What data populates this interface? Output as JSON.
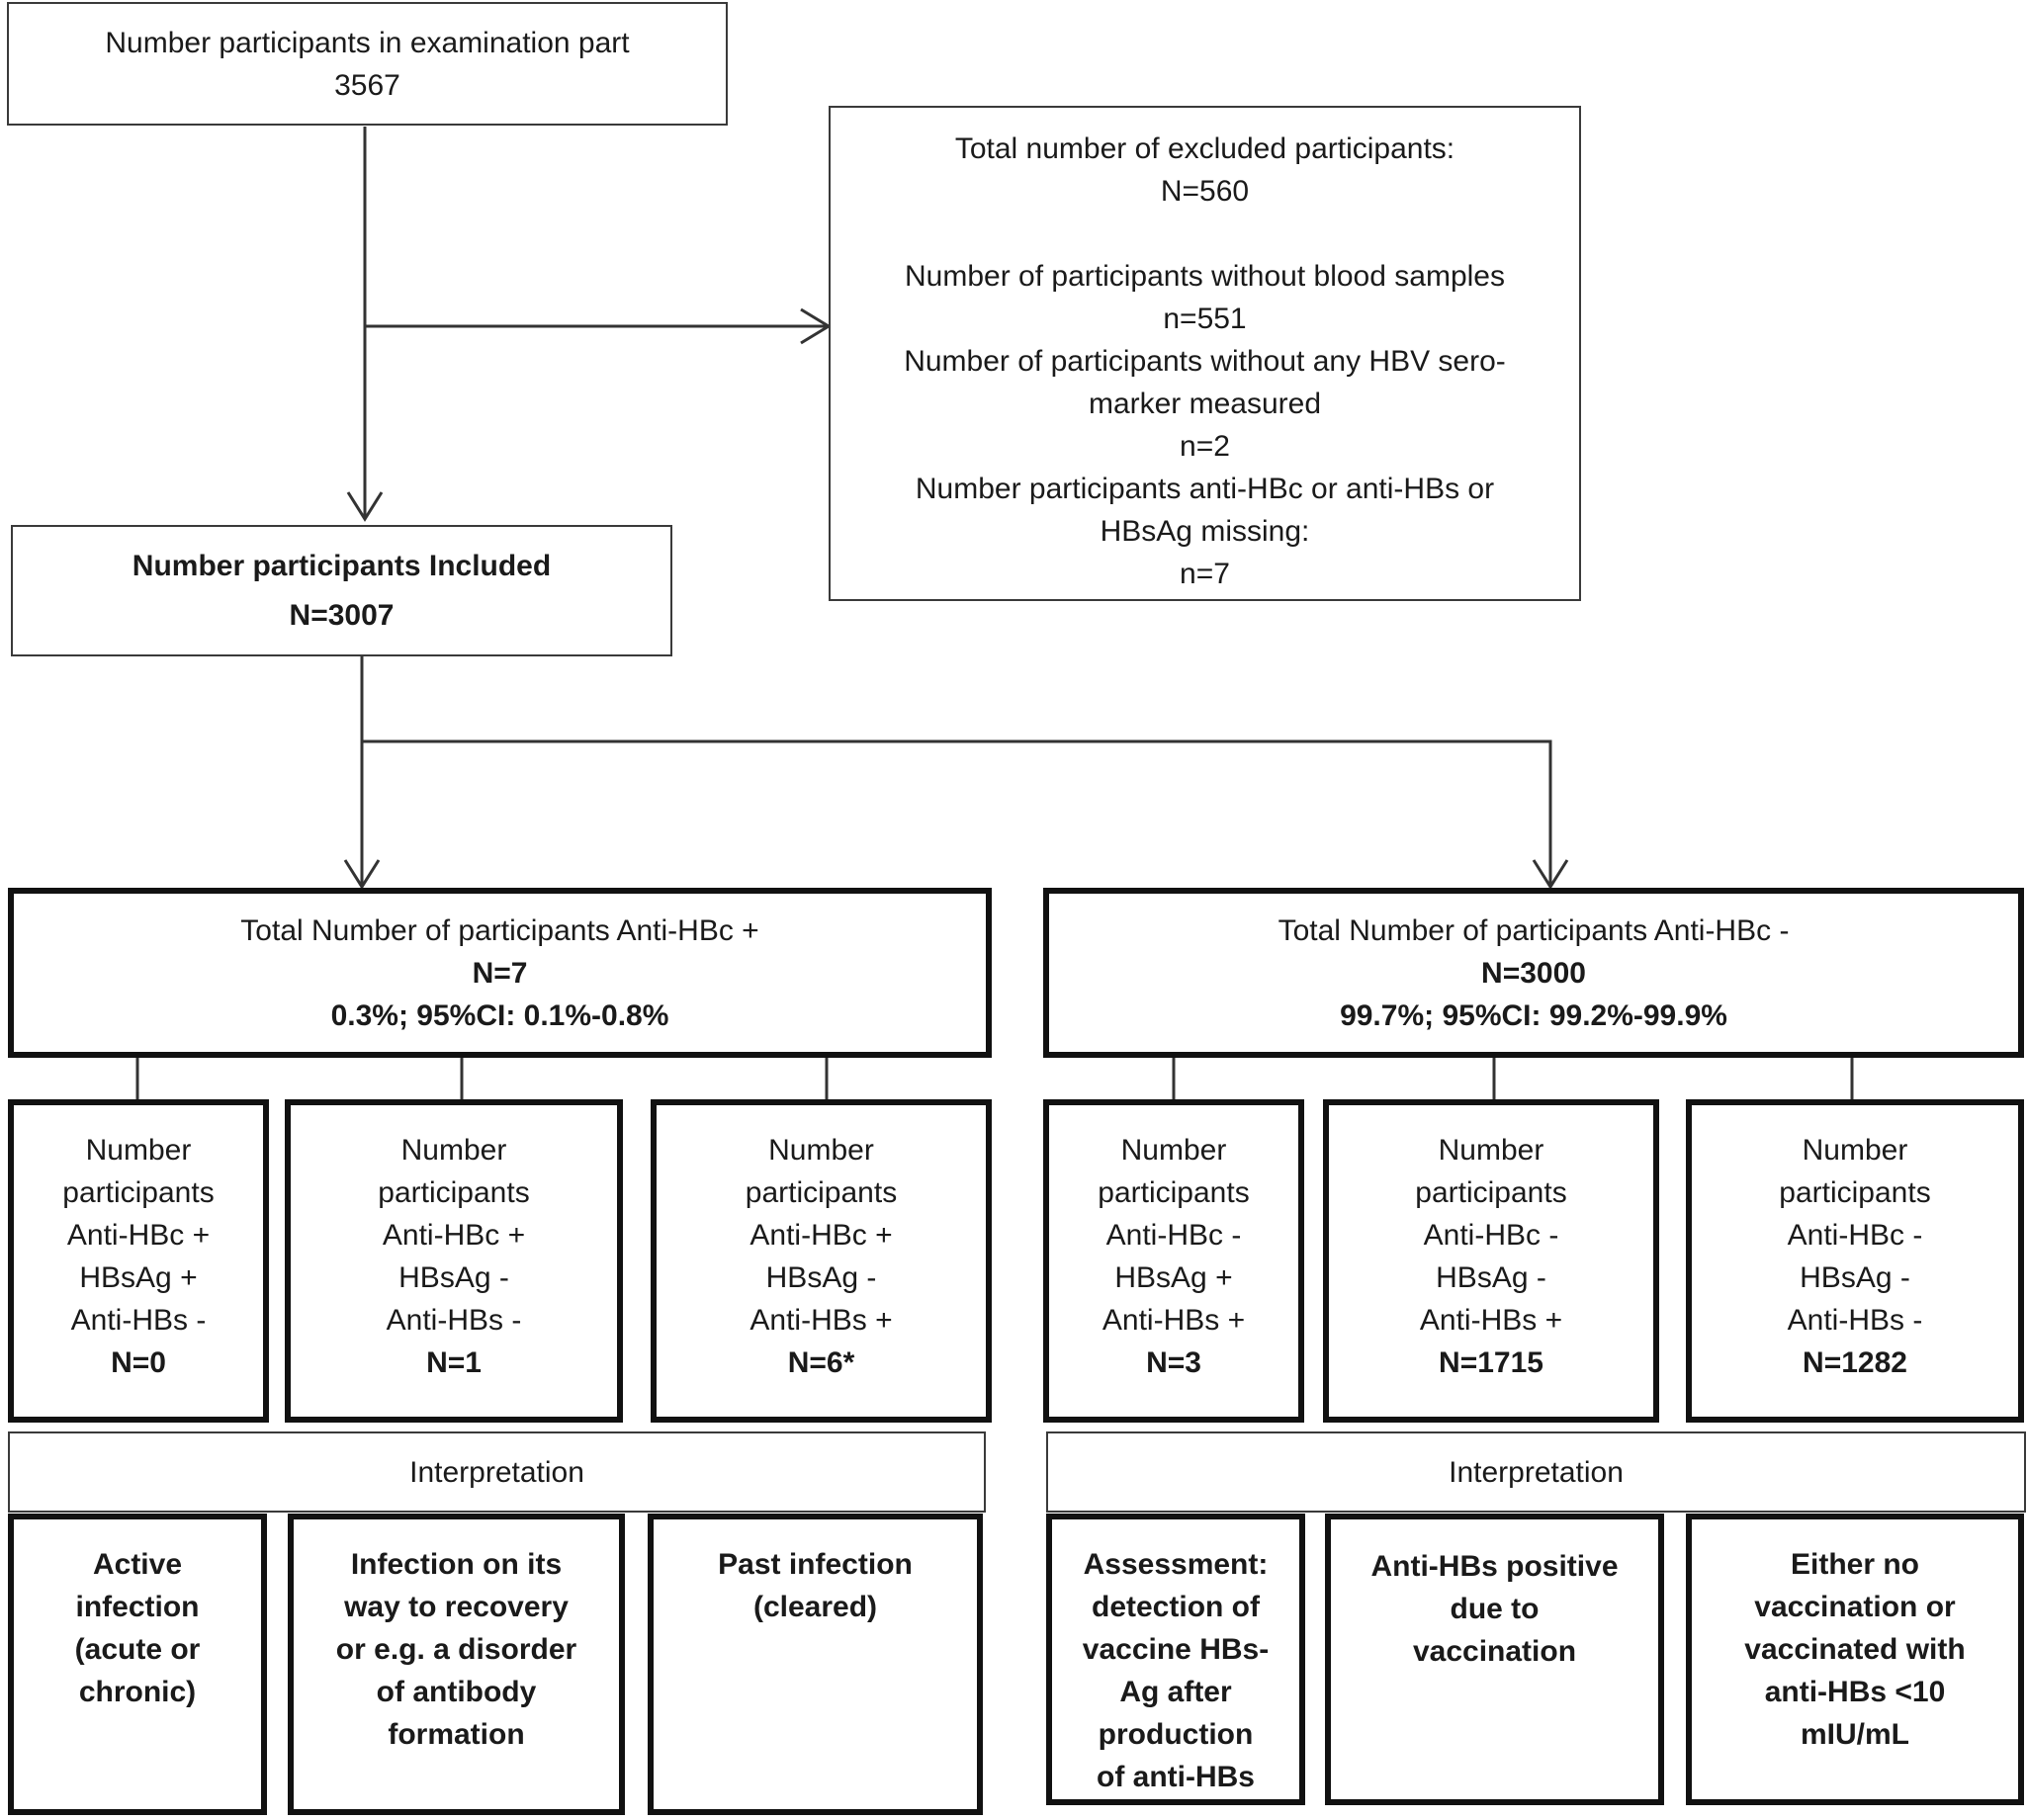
{
  "examination": {
    "label": "Number participants in examination part",
    "count": "3567"
  },
  "excluded": {
    "title": "Total number of excluded participants:",
    "total": "N=560",
    "reasons": [
      {
        "label": "Number of participants without blood samples",
        "count": "n=551"
      },
      {
        "label_lines": [
          "Number of participants without any HBV sero-",
          "marker measured"
        ],
        "count": "n=2"
      },
      {
        "label_lines": [
          "Number participants anti-HBc or anti-HBs or",
          "HBsAg missing:"
        ],
        "count": "n=7"
      }
    ]
  },
  "included": {
    "label": "Number participants Included",
    "count": "N=3007"
  },
  "groups": [
    {
      "title": "Total Number of participants Anti-HBc +",
      "count": "N=7",
      "ci": "0.3%; 95%CI:  0.1%-0.8%",
      "interpretation_header": "Interpretation",
      "subgroups": [
        {
          "lines": [
            "Number",
            "participants",
            "Anti-HBc +",
            "HBsAg +",
            "Anti-HBs -"
          ],
          "count": "N=0",
          "interpretation": [
            "Active",
            "infection",
            "(acute or",
            "chronic)"
          ]
        },
        {
          "lines": [
            "Number",
            "participants",
            "Anti-HBc +",
            "HBsAg -",
            "Anti-HBs -"
          ],
          "count": "N=1",
          "interpretation": [
            "Infection on its",
            "way to recovery",
            "or e.g. a disorder",
            "of antibody",
            "formation"
          ]
        },
        {
          "lines": [
            "Number",
            "participants",
            "Anti-HBc +",
            "HBsAg -",
            "Anti-HBs +"
          ],
          "count": "N=6*",
          "interpretation": [
            "Past infection",
            "(cleared)"
          ]
        }
      ]
    },
    {
      "title": "Total Number of participants Anti-HBc -",
      "count": "N=3000",
      "ci": "99.7%; 95%CI: 99.2%-99.9%",
      "interpretation_header": "Interpretation",
      "subgroups": [
        {
          "lines": [
            "Number",
            "participants",
            "Anti-HBc -",
            "HBsAg +",
            "Anti-HBs +"
          ],
          "count": "N=3",
          "interpretation": [
            "Assessment:",
            "detection of",
            "vaccine HBs-",
            "Ag after",
            "production",
            "of anti-HBs"
          ]
        },
        {
          "lines": [
            "Number",
            "participants",
            "Anti-HBc -",
            "HBsAg -",
            "Anti-HBs +"
          ],
          "count": "N=1715",
          "interpretation": [
            "Anti-HBs positive",
            "due to",
            "vaccination"
          ]
        },
        {
          "lines": [
            "Number",
            "participants",
            "Anti-HBc -",
            "HBsAg -",
            "Anti-HBs -"
          ],
          "count": "N=1282",
          "interpretation": [
            "Either no",
            "vaccination or",
            "vaccinated with",
            "anti-HBs <10",
            "mIU/mL"
          ]
        }
      ]
    }
  ]
}
